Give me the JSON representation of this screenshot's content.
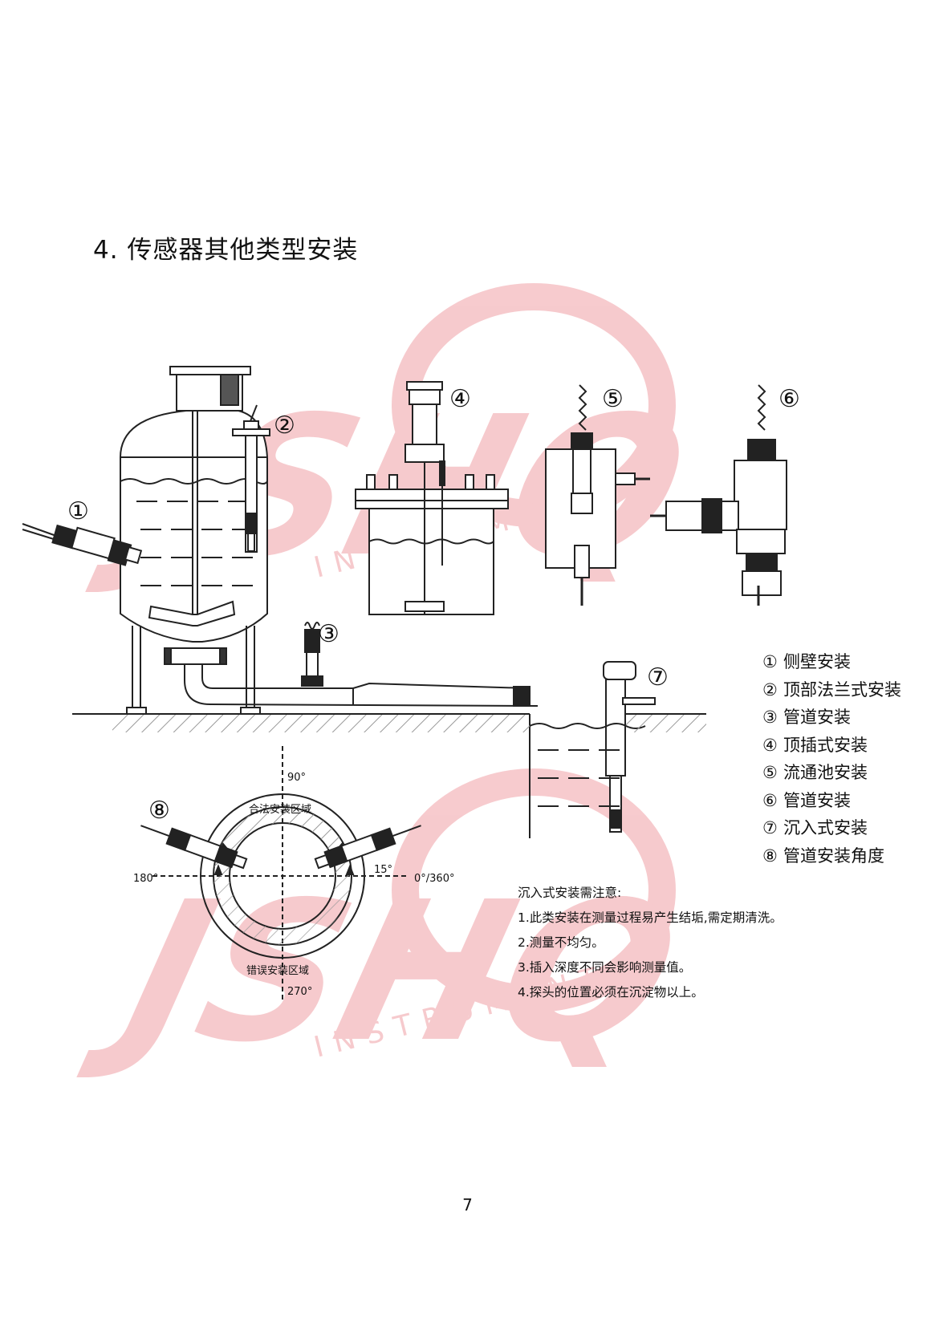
{
  "title": "4. 传感器其他类型安装",
  "brand": {
    "logo_text": "JSHQ",
    "logo_sub": "INSTRUMENT",
    "watermark_color": "#f4b9bd"
  },
  "diagram": {
    "callouts": [
      "①",
      "②",
      "③",
      "④",
      "⑤",
      "⑥",
      "⑦",
      "⑧"
    ],
    "angle_labels": {
      "top": "90°",
      "left": "180°",
      "right": "0°/360°",
      "bottom": "270°",
      "tilt": "15°"
    },
    "zone_labels": {
      "legal": "合法安装区域",
      "wrong": "错误安装区域"
    }
  },
  "legend": [
    {
      "num": "①",
      "label": "侧壁安装"
    },
    {
      "num": "②",
      "label": "顶部法兰式安装"
    },
    {
      "num": "③",
      "label": "管道安装"
    },
    {
      "num": "④",
      "label": "顶插式安装"
    },
    {
      "num": "⑤",
      "label": "流通池安装"
    },
    {
      "num": "⑥",
      "label": "管道安装"
    },
    {
      "num": "⑦",
      "label": "沉入式安装"
    },
    {
      "num": "⑧",
      "label": "管道安装角度"
    }
  ],
  "notes": {
    "heading": "沉入式安装需注意:",
    "items": [
      "1.此类安装在测量过程易产生结垢,需定期清洗。",
      "2.测量不均匀。",
      "3.插入深度不同会影响测量值。",
      "4.探头的位置必须在沉淀物以上。"
    ]
  },
  "page_number": "7"
}
